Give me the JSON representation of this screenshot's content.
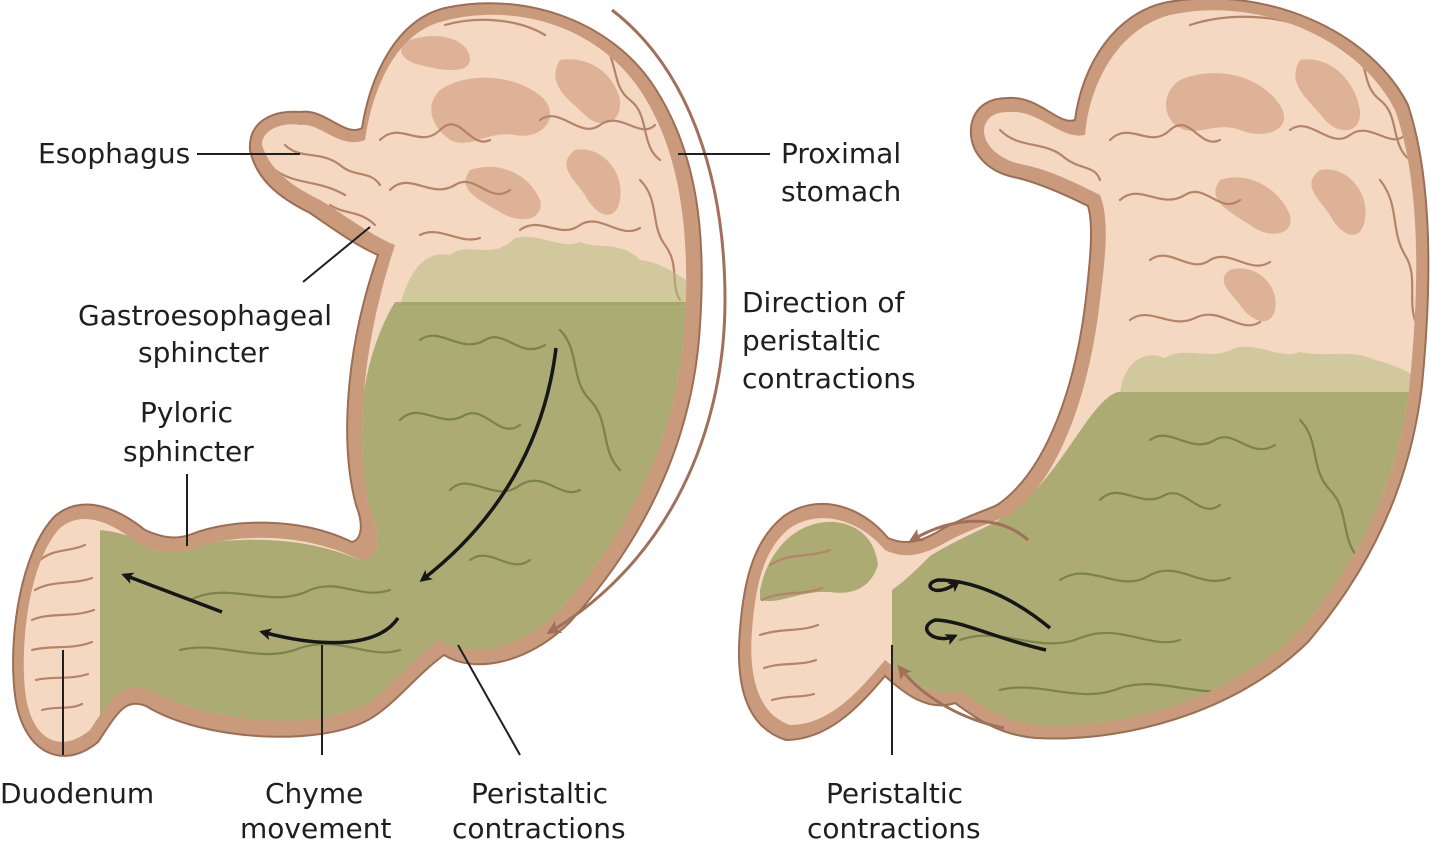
{
  "left_diagram": {
    "labels": {
      "esophagus": "Esophagus",
      "proximal_line1": "Proximal",
      "proximal_line2": "stomach",
      "gastro_line1": "Gastroesophageal",
      "gastro_line2": "sphincter",
      "pyloric_line1": "Pyloric",
      "pyloric_line2": "sphincter",
      "direction_line1": "Direction of",
      "direction_line2": "peristaltic",
      "direction_line3": "contractions",
      "duodenum": "Duodenum",
      "chyme_line1": "Chyme",
      "chyme_line2": "movement",
      "peristaltic_line1": "Peristaltic",
      "peristaltic_line2": "contractions"
    }
  },
  "right_diagram": {
    "labels": {
      "peristaltic_line1": "Peristaltic",
      "peristaltic_line2": "contractions"
    }
  },
  "colors": {
    "stomach_wall": "#c99a7c",
    "mucosa": "#f4d8c2",
    "chyme": "#8f9a55",
    "arrow_brown": "#a0705a",
    "arrow_black": "#161616"
  }
}
